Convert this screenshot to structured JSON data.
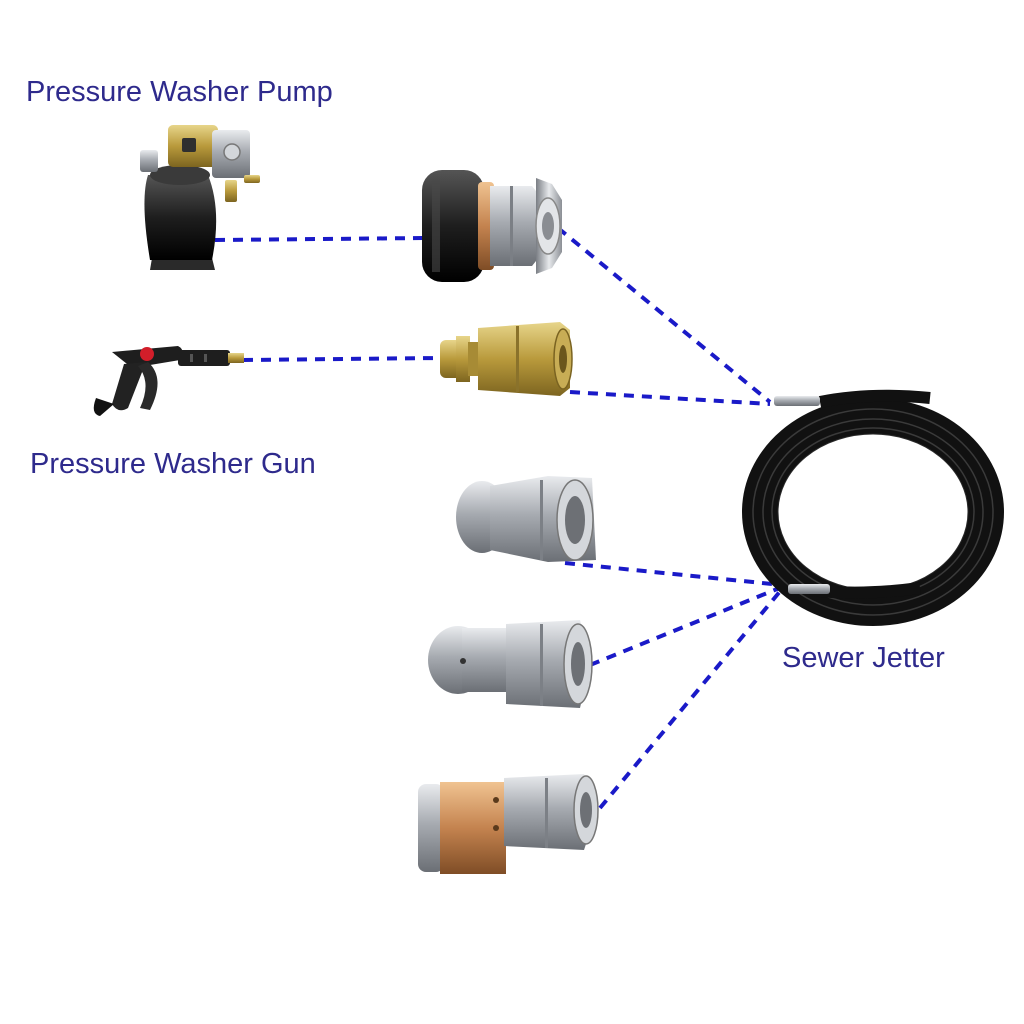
{
  "labels": {
    "pump": "Pressure Washer Pump",
    "gun": "Pressure Washer Gun",
    "jetter": "Sewer Jetter"
  },
  "colors": {
    "label_text": "#2e2a8c",
    "connector_line": "#1a1ac8",
    "hose": "#141414",
    "steel": "#b9bcc0",
    "brass": "#c9a94a",
    "copper": "#c98a55"
  },
  "icons": {
    "pump": "pressure-washer-pump-icon",
    "gun": "pressure-washer-gun-icon",
    "m22_coupler": "m22-coupler-icon",
    "quick_connect": "quick-connect-plug-icon",
    "nozzle_button": "button-nozzle-icon",
    "nozzle_forward": "forward-jet-nozzle-icon",
    "nozzle_rotating": "rotating-nozzle-icon",
    "hose_reel": "sewer-jetter-hose-icon"
  }
}
